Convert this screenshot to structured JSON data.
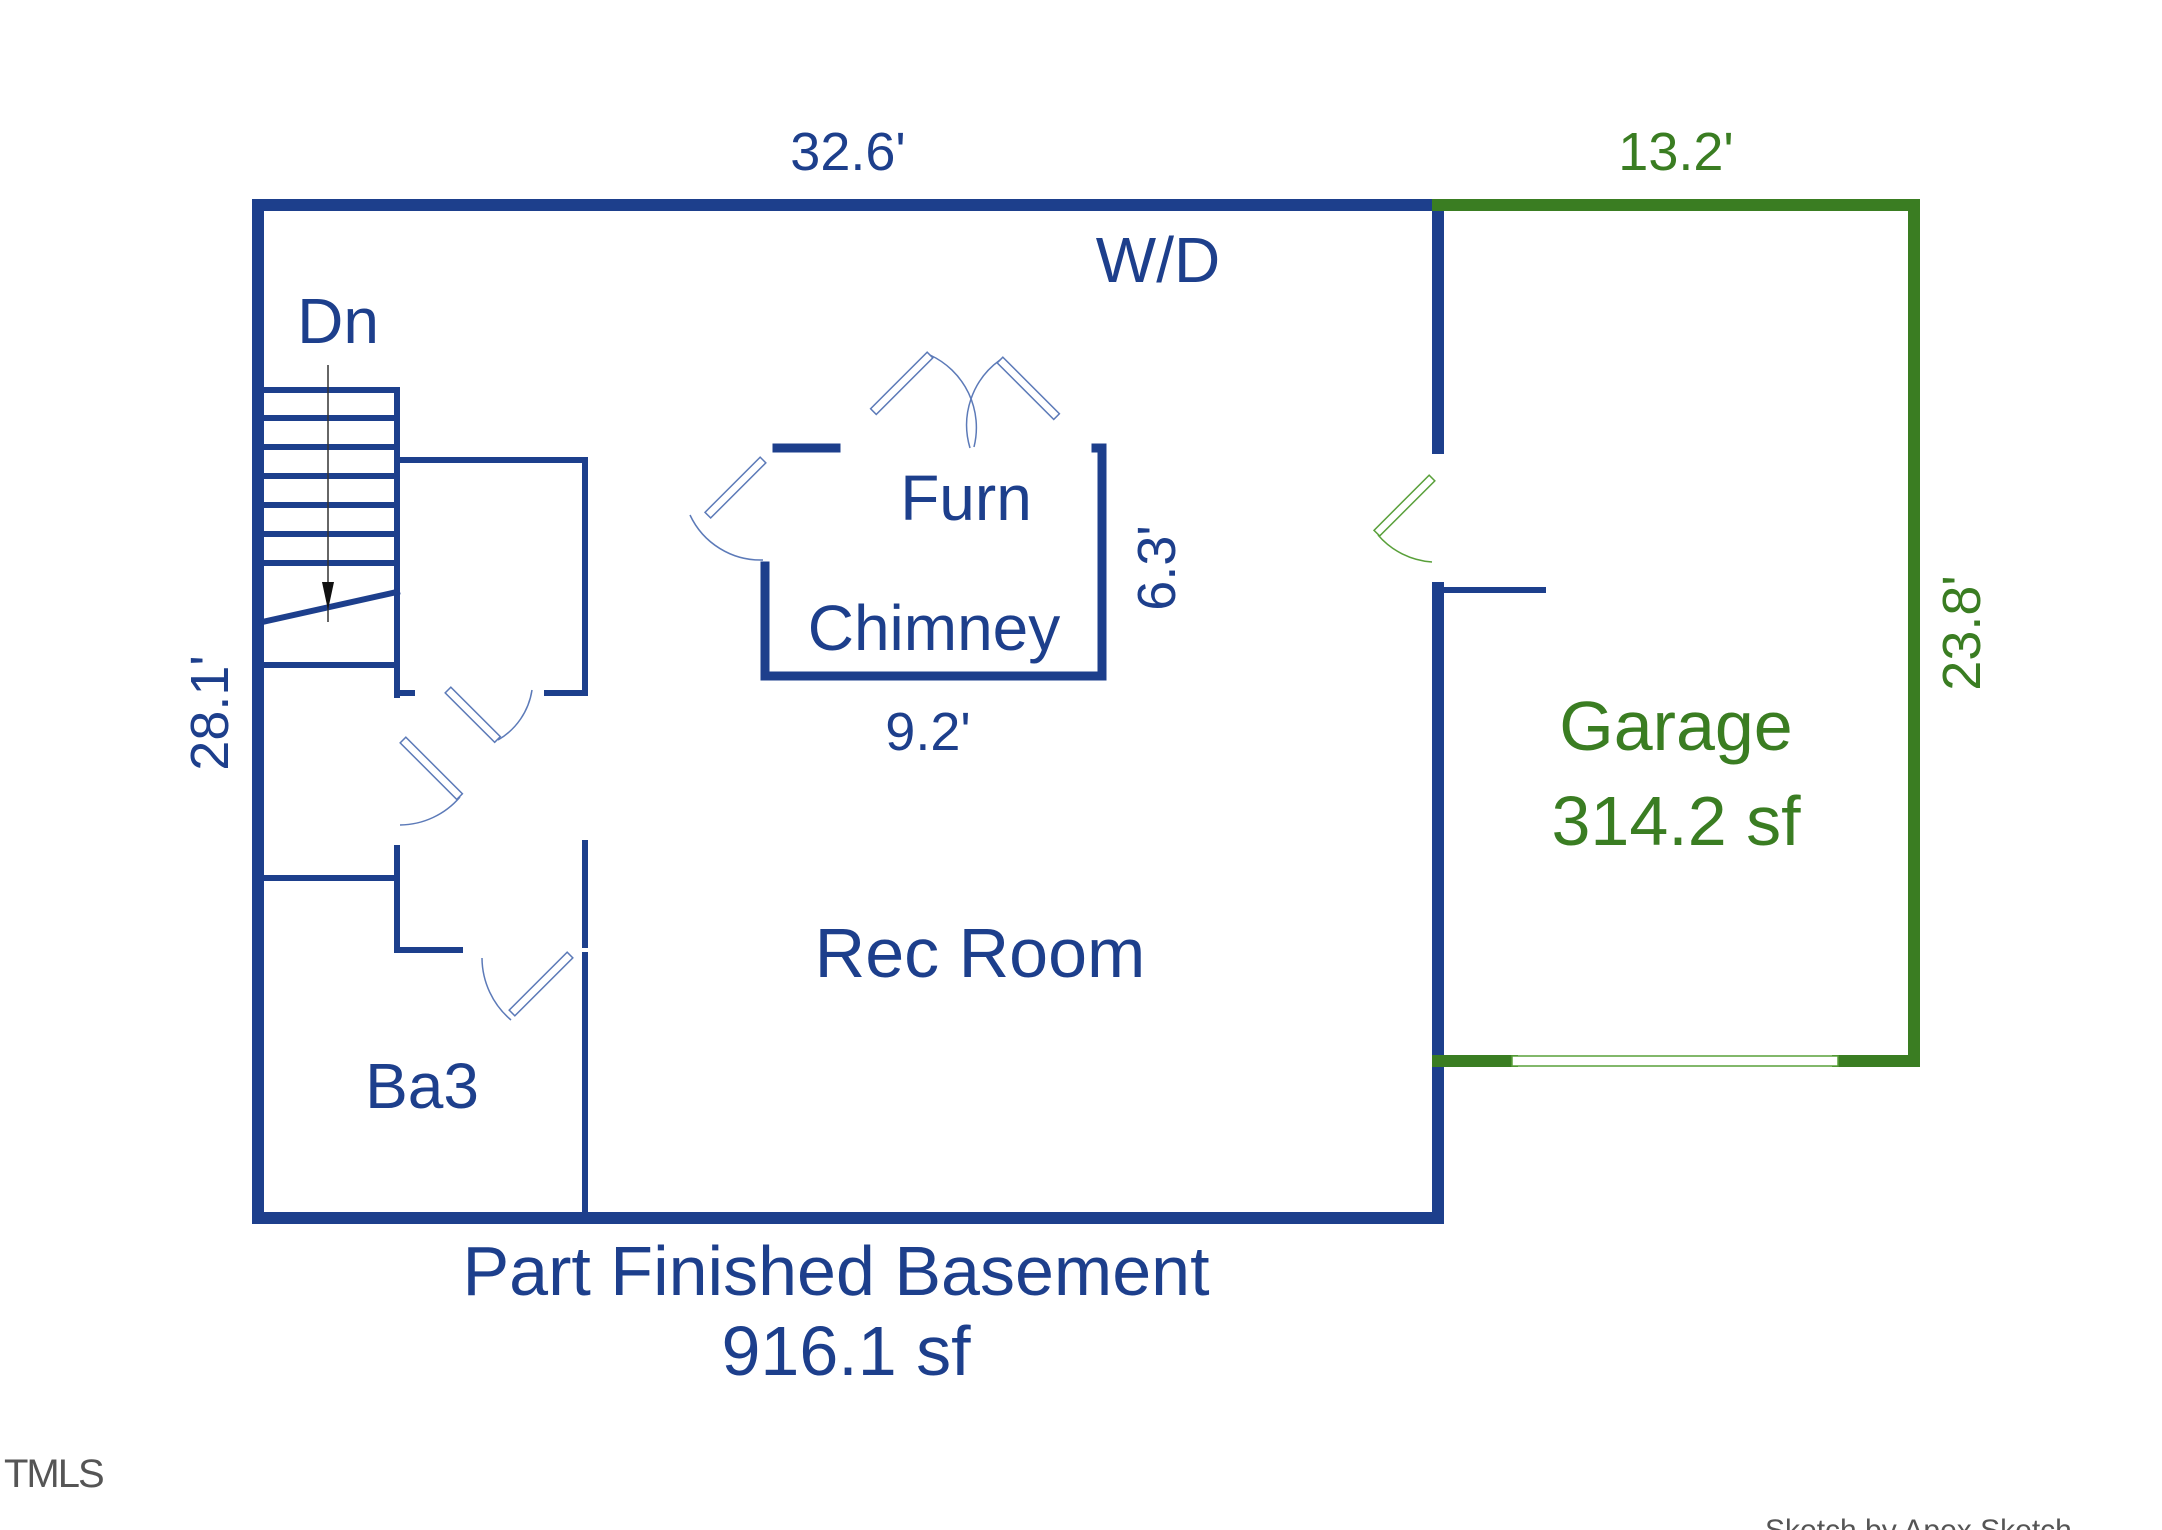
{
  "floor": {
    "name": "Part Finished Basement",
    "area": "916.1 sf"
  },
  "garage": {
    "name": "Garage",
    "area": "314.2 sf"
  },
  "rooms": {
    "rec_room": "Rec Room",
    "bath": "Ba3",
    "furnace": "Furn",
    "chimney": "Chimney",
    "washer_dryer": "W/D",
    "stairs": "Dn"
  },
  "dimensions": {
    "top": "32.6'",
    "left": "28.1'",
    "garage_top": "13.2'",
    "garage_right": "23.8'",
    "chimney_width": "9.2'",
    "chimney_depth": "6.3'"
  },
  "watermark": "TMLS",
  "footer_credit": "Sketch by Apex Sketch",
  "colors": {
    "main": "#1d3f8c",
    "garage": "#3a7d22"
  }
}
